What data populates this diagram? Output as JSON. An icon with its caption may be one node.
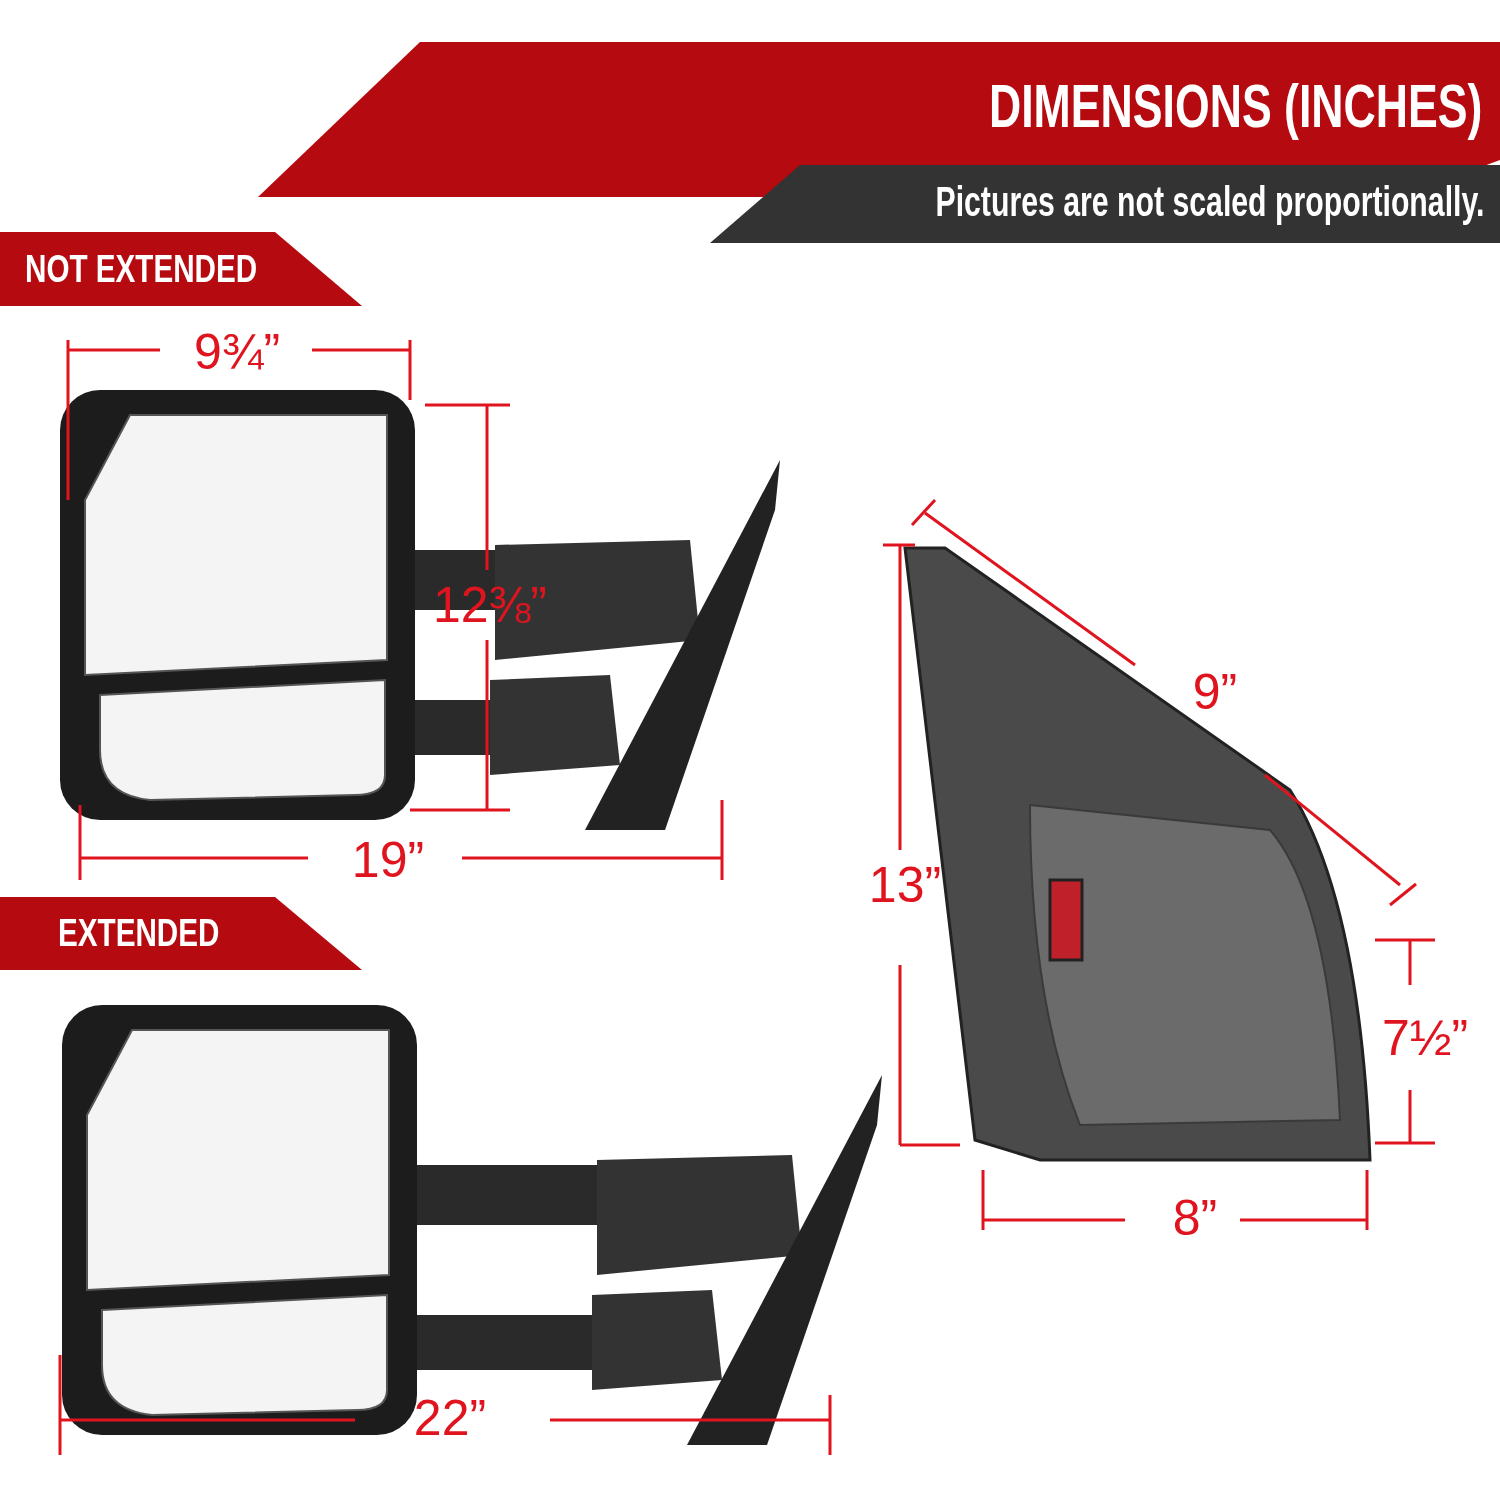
{
  "diagram": {
    "title": "DIMENSIONS (INCHES)",
    "labels": [
      "Pictures are not scaled proportionally.",
      "NOT EXTENDED",
      "9¾”",
      "12⅜”",
      "19”",
      "EXTENDED",
      "22”",
      "9”",
      "13”",
      "7½”",
      "8”"
    ]
  }
}
